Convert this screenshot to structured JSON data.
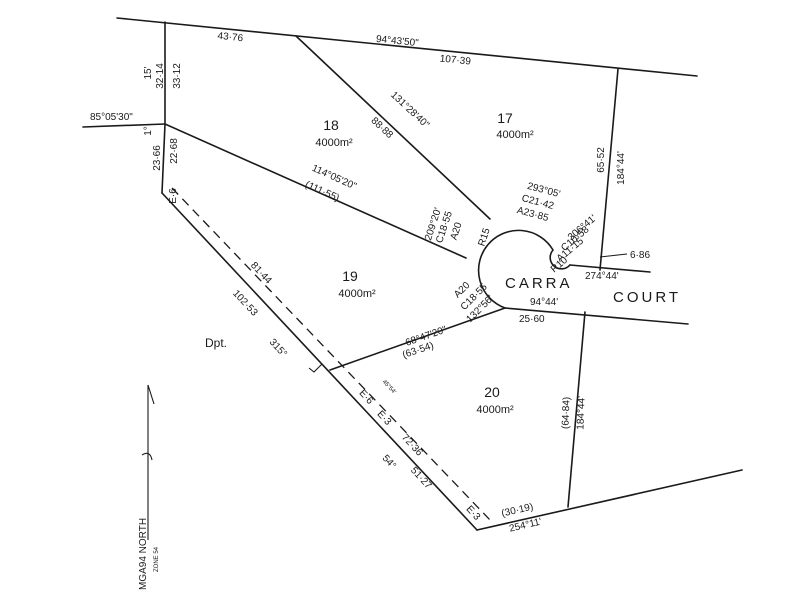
{
  "lots": [
    {
      "number": "17",
      "area": "4000m²"
    },
    {
      "number": "18",
      "area": "4000m²"
    },
    {
      "number": "19",
      "area": "4000m²"
    },
    {
      "number": "20",
      "area": "4000m²"
    }
  ],
  "road": {
    "word1": "CARRA",
    "word2": "COURT"
  },
  "depot_label": "Dpt.",
  "north": {
    "label": "MGA94 NORTH",
    "zone": "ZONE 54"
  },
  "dims": {
    "top_43_76": "43·76",
    "top_bearing": "94°43'50\"",
    "top_107_39": "107·39",
    "left_15": "15'",
    "left_32_14": "32·14",
    "left_33_12": "33·12",
    "left_bearing": "85°05'30\"",
    "left_1deg": "1°",
    "left_23_66": "23·66",
    "left_22_68": "22·68",
    "e6_top": "E·6",
    "diag18_bearing": "131°28'40\"",
    "diag18_dist": "88·88",
    "l18_19_bearing": "114°05'20\"",
    "l18_19_dist": "(111·55)",
    "c209": "209°20'",
    "c18_55a": "C18·55",
    "a20a": "A20",
    "r15": "R15",
    "c293": "293°05'",
    "c21_42": "C21·42",
    "a23_85": "A23·85",
    "c306": "306°41'",
    "c10_58": "C10·58",
    "a11_15": "A11·15",
    "r10": "R10",
    "d6_86": "6·86",
    "b274": "274°44'",
    "e17_65_52": "65·52",
    "e17_184": "184°44'",
    "a20b": "A20",
    "c18_55b": "C18·55",
    "c132": "132°56'",
    "b94_44": "94°44'",
    "d25_60": "25·60",
    "l19_20_bearing": "68°47'20\"",
    "l19_20_dist": "(63·54)",
    "sw_81_44": "81·44",
    "sw_102_53": "102·53",
    "b315": "315°",
    "e6_low": "E·6",
    "small_note": "45°54'",
    "e3_a": "E·3",
    "d72_36": "72·36",
    "b54": "54°",
    "d51_27": "51·27",
    "e3_b": "E·3",
    "d64_84": "(64·84)",
    "b184_20": "184°44'",
    "d30_19": "(30·19)",
    "b254": "254°11'"
  }
}
